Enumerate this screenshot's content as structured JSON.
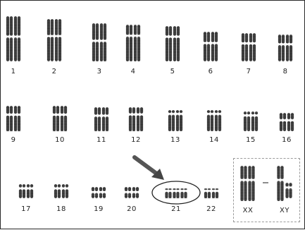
{
  "karyotype": {
    "rows": [
      {
        "labels": [
          "1",
          "2",
          "3",
          "4",
          "5",
          "6",
          "7",
          "8"
        ]
      },
      {
        "labels": [
          "9",
          "10",
          "11",
          "12",
          "13",
          "14",
          "15",
          "16"
        ]
      },
      {
        "labels": [
          "17",
          "18",
          "19",
          "20",
          "21",
          "22"
        ]
      }
    ],
    "sex_labels": [
      "XX",
      "XY"
    ],
    "highlight": "21",
    "trisomy_count": 3,
    "colors": {
      "chromosome": "#4a4a4a",
      "band": "#111111",
      "frame": "#2a2a2a",
      "box": "#9a9a9a"
    }
  }
}
